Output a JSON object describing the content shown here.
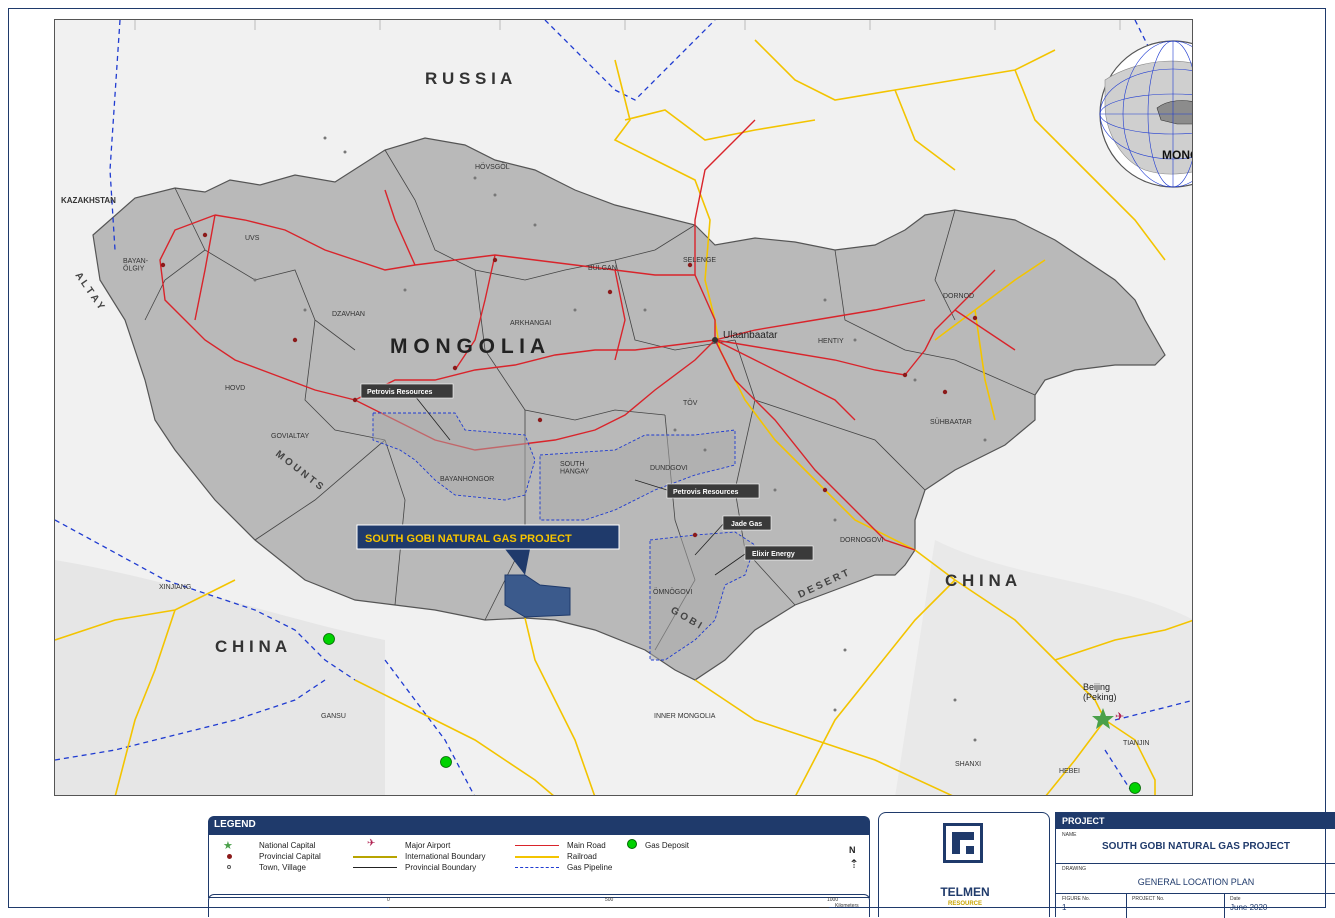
{
  "map": {
    "country_labels": {
      "russia": "R U S S I A",
      "kazakhstan": "KAZAKHSTAN",
      "mongolia_main": "M O N G O L I A",
      "china_left": "C H I N A",
      "china_right": "C H I N A",
      "mongolia_globe": "MONGOLIA"
    },
    "region_labels": {
      "hovsgol": "HÖVSGÖL",
      "uvs": "UVS",
      "bayan_olgiy": "BAYAN-\nÖLGIY",
      "dzavhan": "DZAVHAN",
      "arkhangai": "ARKHANGAI",
      "bulgan": "BULGAN",
      "selenge": "SELENGE",
      "dornod": "DORNOD",
      "hentiy": "HENTIY",
      "tov": "TÖV",
      "hovd": "HOVD",
      "govialtay": "GOVIALTAY",
      "bayanhongor": "BAYANHONGOR",
      "south_hangay": "SOUTH\nHANGAY",
      "dundgovi": "DUNDGOVI",
      "suhbaatar": "SÜHBAATAR",
      "dornogovi": "DORNOGOVI",
      "omnogovi": "ÖMNÖGOVI",
      "xinjiang": "XINJIANG",
      "gansu": "GANSU",
      "inner_mongolia": "INNER MONGOLIA",
      "shanxi": "SHANXI",
      "hebei": "HEBEI",
      "tianjin": "TIANJIN"
    },
    "features": {
      "altay": "A L T A Y",
      "mounts": "M O U N T S",
      "gobi": "G O B I",
      "desert": "D E S E R T"
    },
    "cities": {
      "ulaanbaatar": "Ulaanbaatar",
      "beijing": "Beijing\n(Peking)"
    },
    "callouts": {
      "petrovis_1": "Petrovis Resources",
      "petrovis_2": "Petrovis Resources",
      "jade_gas": "Jade Gas",
      "elixir_energy": "Elixir Energy",
      "project": "SOUTH GOBI NATURAL GAS PROJECT"
    },
    "colors": {
      "mongolia_fill": "#b9b9b9",
      "land": "#efefef",
      "main_road": "#d9242b",
      "railroad": "#f3c400",
      "pipeline": "#1f3bd1",
      "gas_deposit": "#00d200",
      "project_fill": "#3b5a8c",
      "navy": "#1f3a6b"
    }
  },
  "legend": {
    "title": "LEGEND",
    "items": {
      "national_capital": "National Capital",
      "provincial_capital": "Provincial Capital",
      "town": "Town, Village",
      "major_airport": "Major Airport",
      "international_boundary": "International Boundary",
      "provincial_boundary": "Provincial Boundary",
      "main_road": "Main Road",
      "railroad": "Railroad",
      "gas_pipeline": "Gas Pipeline",
      "gas_deposit": "Gas Deposit"
    },
    "north": "N",
    "scale": {
      "zero": "0",
      "mid": "500",
      "end": "1000",
      "unit": "Kilometers"
    }
  },
  "logo": {
    "name": "TELMEN",
    "sub": "RESOURCE"
  },
  "project_box": {
    "header": "PROJECT",
    "name_label": "NAME",
    "name": "SOUTH GOBI NATURAL GAS PROJECT",
    "drawing_label": "DRAWING",
    "drawing": "GENERAL LOCATION PLAN",
    "figure_label": "FIGURE No.",
    "figure": "1",
    "project_no_label": "PROJECT No.",
    "date_label": "Date",
    "date": "June 2020"
  }
}
